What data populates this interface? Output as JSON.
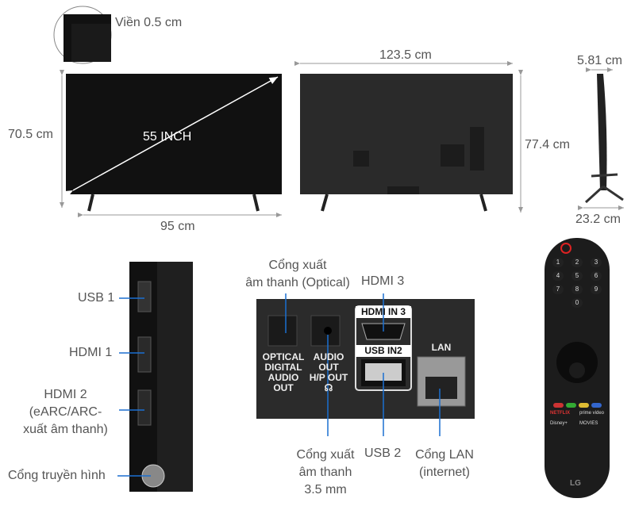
{
  "dimensions": {
    "bezel": "Viền 0.5 cm",
    "front_height": "70.5 cm",
    "front_width": "95 cm",
    "diagonal": "55 INCH",
    "back_width": "123.5 cm",
    "back_height": "77.4 cm",
    "side_depth": "5.81 cm",
    "stand_depth": "23.2 cm"
  },
  "side_ports": {
    "usb1": "USB 1",
    "hdmi1": "HDMI 1",
    "hdmi2_lines": [
      "HDMI 2",
      "(eARC/ARC-",
      "xuất âm thanh)"
    ],
    "antenna": "Cổng truyền hình"
  },
  "rear_panel": {
    "optical_print": [
      "OPTICAL",
      "DIGITAL",
      "AUDIO OUT"
    ],
    "audio_print": [
      "AUDIO OUT",
      "H/P OUT"
    ],
    "hdmi_print": "HDMI IN 3",
    "usb_print": "USB IN2",
    "lan_print": "LAN"
  },
  "callouts": {
    "optical": [
      "Cổng xuất",
      "âm thanh (Optical)"
    ],
    "hdmi3": "HDMI 3",
    "audio35": [
      "Cổng xuất",
      "âm thanh",
      "3.5 mm"
    ],
    "usb2": "USB 2",
    "lan": [
      "Cổng LAN",
      "(internet)"
    ]
  },
  "remote": {
    "keys": [
      "1",
      "2",
      "3",
      "4",
      "5",
      "6",
      "7",
      "8",
      "9",
      "0"
    ],
    "apps": [
      "NETFLIX",
      "prime video",
      "Disney+",
      "MOVIES"
    ],
    "brand": "LG"
  },
  "colors": {
    "callout_line": "#1b6fd1",
    "dim_line": "#999999"
  }
}
